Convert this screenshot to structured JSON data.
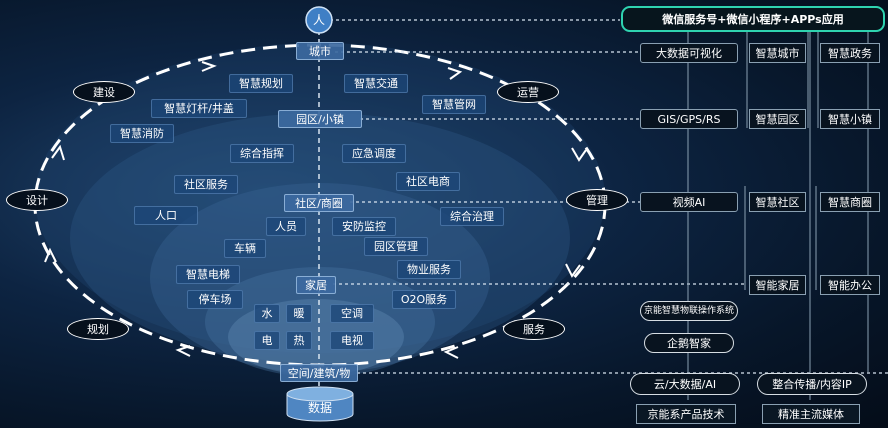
{
  "nodes": {
    "person": "人",
    "city": "城市",
    "park": "园区/小镇",
    "community": "社区/商圈",
    "home": "家居",
    "space": "空间/建筑/物",
    "data": "数据"
  },
  "lifecycle": {
    "build": "建设",
    "operate": "运营",
    "design": "设计",
    "manage": "管理",
    "plan": "规划",
    "service": "服务"
  },
  "apps": {
    "smart_planning": "智慧规划",
    "smart_traffic": "智慧交通",
    "smart_lamp": "智慧灯杆/井盖",
    "smart_pipe": "智慧管网",
    "smart_fire": "智慧消防",
    "command": "综合指挥",
    "emergency": "应急调度",
    "community_service": "社区服务",
    "community_ecommerce": "社区电商",
    "population": "人口",
    "personnel": "人员",
    "security": "安防监控",
    "governance": "综合治理",
    "vehicles": "车辆",
    "park_mgmt": "园区管理",
    "smart_elevator": "智慧电梯",
    "property": "物业服务",
    "parking": "停车场",
    "o2o": "O2O服务"
  },
  "utilities": {
    "water": "水",
    "heating": "暖",
    "ac": "空调",
    "electric": "电",
    "heat": "热",
    "tv": "电视"
  },
  "right_panel": {
    "header": "微信服务号+微信小程序+APPs应用",
    "big_data_vis": "大数据可视化",
    "smart_city": "智慧城市",
    "smart_gov": "智慧政务",
    "gis": "GIS/GPS/RS",
    "smart_park": "智慧园区",
    "smart_town": "智慧小镇",
    "video_ai": "视频AI",
    "smart_community": "智慧社区",
    "smart_business": "智慧商圈",
    "smart_home": "智能家居",
    "smart_office": "智能办公",
    "iot_os": "京能智慧物联操作系统",
    "penguin_home": "企鹅智家",
    "cloud_ai": "云/大数据/AI",
    "media": "整合传播/内容IP",
    "tech": "京能系产品技术",
    "precise_media": "精准主流媒体"
  },
  "colors": {
    "accent_green": "#2fd3b0",
    "panel_line": "#8aa0b2",
    "background": "#0a1c33"
  }
}
